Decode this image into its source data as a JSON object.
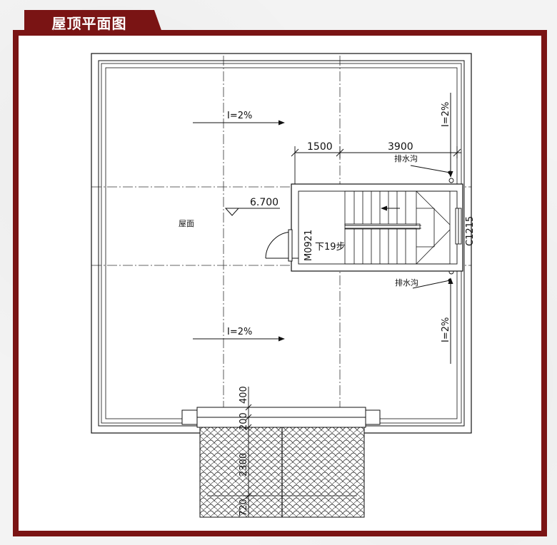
{
  "title": "屋顶平面图",
  "colors": {
    "frame": "#7a1414",
    "line": "#111111",
    "axis": "#333333"
  },
  "plan": {
    "roof_label": "屋面",
    "elevation": "6.700",
    "slope_top": "I=2%",
    "slope_bottom": "I=2%",
    "slope_right_top": "I=2%",
    "slope_right_bottom": "I=2%",
    "dim_1500": "1500",
    "dim_3900": "3900",
    "drain_top": "排水沟",
    "drain_bottom": "排水沟",
    "door_code": "M0921",
    "stair_label": "下19步",
    "window_code": "C1215",
    "dim_400": "400",
    "dim_200": "200",
    "dim_2300": "2300",
    "dim_720": "720"
  }
}
